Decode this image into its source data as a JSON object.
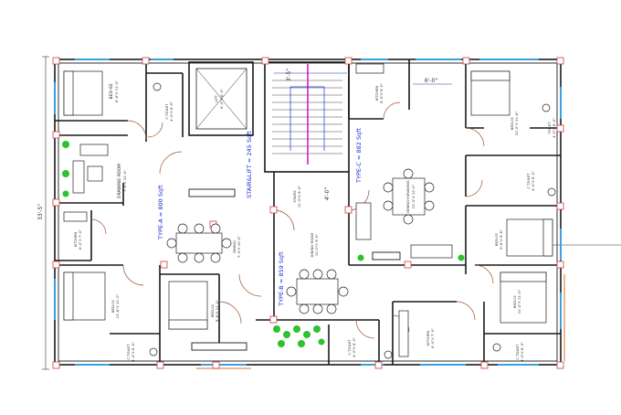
{
  "dimensions": {
    "overall_height": "33'-5\""
  },
  "labels": {
    "bed_02_top_left": {
      "name": "BED-02",
      "size": "8'-6\"X 11'-0\""
    },
    "toilet_top_left": {
      "name": "C.TOILET",
      "size": "4'-0\"X 6'-0\""
    },
    "lift": {
      "name": "LIFT",
      "size": "6'-0\"X 6'-0\""
    },
    "stair_top_dim": "3'-5\"",
    "kitchen_top": {
      "name": "KITCHEN",
      "size": "6'-0\"X 9'-0\""
    },
    "top_right_dim": "6'-0\"",
    "bed_01_top_right": {
      "name": "BED-01",
      "size": "10'-0\"X 11'-6\""
    },
    "toilet_top_right": {
      "name": "TOILET",
      "size": "4'-0\"X 6'-0\""
    },
    "drawing_room": {
      "name": "DRAWING ROOM",
      "size": "7'-0\"X 12'-0\""
    },
    "stair_lift_area": "STAIR&LIFT = 245 Sqft",
    "stairs": {
      "name": "STAIRS",
      "size": "11'-0\"X 8'-0\""
    },
    "stair_width_dim": "4'-0\"",
    "type_c": "TYPE-C = 882 Sqft",
    "dining_top_right": {
      "name": "DINING+DRAWING",
      "size": "12'-0\"X 12'-0\""
    },
    "c_toilet_right": {
      "name": "C.TOILET",
      "size": "4'-0\"X 6'-0\""
    },
    "kitchen_left": {
      "name": "KITCHEN",
      "size": "6'-0\"X 7'-0\""
    },
    "type_a": "TYPE-A = 800 Sqft",
    "dining_left": {
      "name": "DINING",
      "size": "7'-0\"X 10'-0\""
    },
    "dining_center": {
      "name": "DINING ROOM",
      "size": "12'-0\"X 9'-0\""
    },
    "bed_02_right": {
      "name": "BED-02",
      "size": "9'-6\"X 9'-6\""
    },
    "bed_01_bottom_left": {
      "name": "BED-01",
      "size": "12'-6\"X 11'-0\""
    },
    "bed_02_bottom_left": {
      "name": "BED-02",
      "size": "9'-6\"X 11'-0\""
    },
    "type_b": "TYPE-B = 859 Sqft",
    "bed_01_bottom_right": {
      "name": "BED-01",
      "size": "10'-0\"X 11'-0\""
    },
    "toilet_bottom_left": {
      "name": "C.TOILET",
      "size": "4'-0\"X 6'-0\""
    },
    "toilet_bottom_center": {
      "name": "C.TOILET",
      "size": "4'-0\"X 6'-0\""
    },
    "kitchen_bottom": {
      "name": "KITCHEN",
      "size": "6'-0\"X 7'-0\""
    },
    "toilet_bottom_right": {
      "name": "C.TOILET",
      "size": "4'-0\"X 6'-0\""
    }
  },
  "colors": {
    "wall": "#1a1a1a",
    "area_label": "#1a2fd6",
    "window": "#3aa0e0",
    "column": "#d04040",
    "door": "#a0522d",
    "plant": "#2ec22e",
    "stair_line": "#d020c0"
  }
}
